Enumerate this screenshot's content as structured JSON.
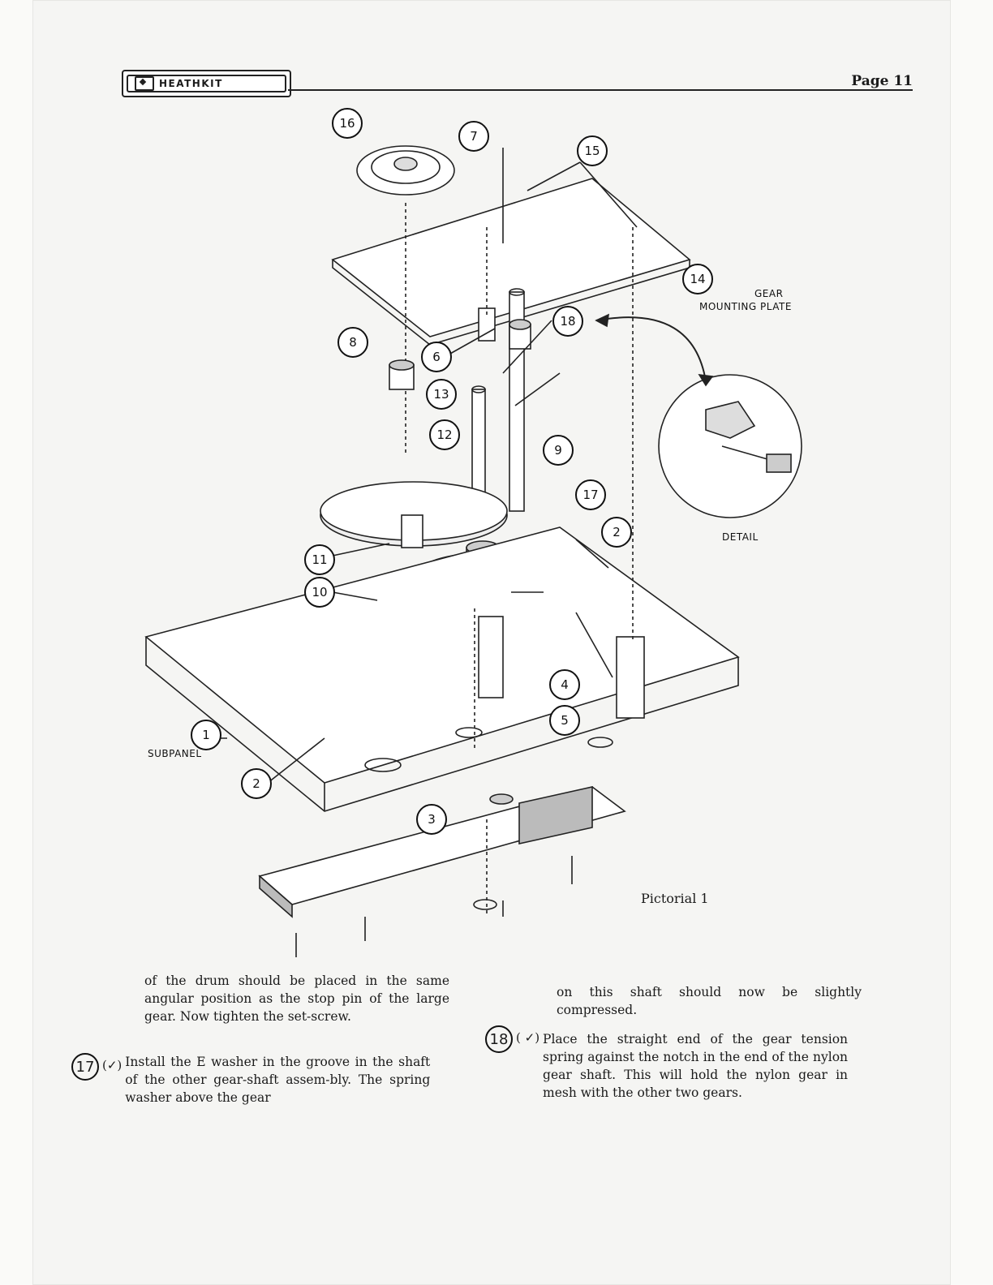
{
  "header": {
    "logo_text": "HEATHKIT",
    "page_label": "Page 11"
  },
  "figure": {
    "caption": "Pictorial 1",
    "labels": {
      "gear_mounting_plate": "GEAR\nMOUNTING PLATE",
      "gear_line1": "GEAR",
      "gear_line2": "MOUNTING PLATE",
      "detail": "DETAIL",
      "subpanel": "SUBPANEL"
    },
    "callouts": [
      "16",
      "7",
      "15",
      "14",
      "18",
      "8",
      "6",
      "13",
      "12",
      "9",
      "17",
      "11",
      "10",
      "2",
      "4",
      "5",
      "1",
      "2",
      "3"
    ]
  },
  "left_text": "of the drum should be placed in the same angular position as the stop pin of the large gear. Now tighten the set-screw.",
  "step17": {
    "number": "17",
    "check": "(✓)",
    "text": "Install the E washer in the groove in the shaft of the other gear-shaft assem-bly. The spring washer above the gear"
  },
  "right_text": "on this shaft should now be slightly compressed.",
  "step18": {
    "number": "18",
    "check": "( ✓)",
    "text": "Place the straight end of the gear tension spring against the notch in the end of the nylon gear shaft. This will hold the nylon gear in mesh with the other two gears."
  }
}
